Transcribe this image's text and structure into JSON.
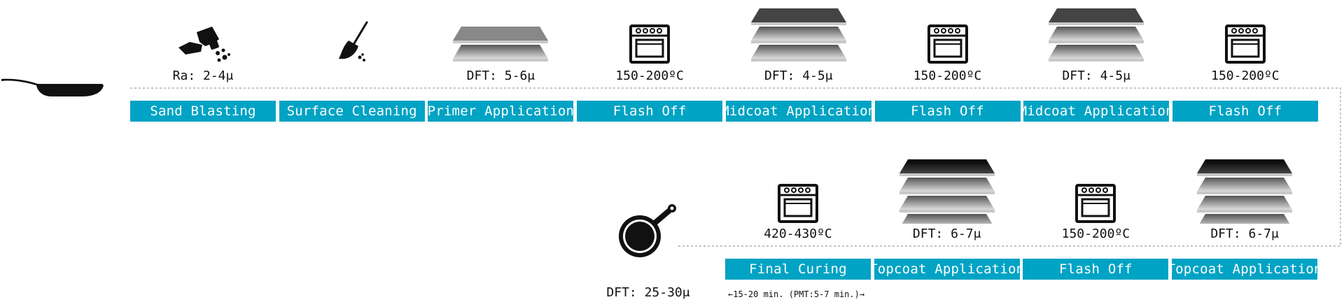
{
  "colors": {
    "step_fill": "#00a3c4",
    "step_text": "#ffffff",
    "line": "#888888",
    "ink": "#111111"
  },
  "top_row": {
    "icon": "frying-pan-icon",
    "steps": [
      {
        "label": "Sand Blasting",
        "value": "Ra: 2-4μ",
        "icon": "sandblast-gun-icon"
      },
      {
        "label": "Surface Cleaning",
        "value": "",
        "icon": "broom-icon"
      },
      {
        "label": "Primer Application",
        "value": "DFT: 5-6μ",
        "icon": "layers-icon",
        "layers": 1
      },
      {
        "label": "Flash Off",
        "value": "150-200ºC",
        "icon": "oven-icon"
      },
      {
        "label": "Midcoat Application",
        "value": "DFT: 4-5μ",
        "icon": "layers-icon",
        "layers": 2
      },
      {
        "label": "Flash Off",
        "value": "150-200ºC",
        "icon": "oven-icon"
      },
      {
        "label": "Midcoat Application",
        "value": "DFT: 4-5μ",
        "icon": "layers-icon",
        "layers": 2
      },
      {
        "label": "Flash Off",
        "value": "150-200ºC",
        "icon": "oven-icon"
      }
    ]
  },
  "bottom_row": {
    "result": {
      "value": "DFT: 25-30μ",
      "icon": "coated-pan-icon"
    },
    "steps": [
      {
        "label": "Final Curing",
        "value": "420-430ºC",
        "icon": "oven-icon"
      },
      {
        "label": "Topcoat Application",
        "value": "DFT: 6-7μ",
        "icon": "layers-icon",
        "layers": 3
      },
      {
        "label": "Flash Off",
        "value": "150-200ºC",
        "icon": "oven-icon"
      },
      {
        "label": "Topcoat Application",
        "value": "DFT: 6-7μ",
        "icon": "layers-icon",
        "layers": 3
      }
    ],
    "note": "←15-20 min. (PMT:5-7 min.)→"
  }
}
